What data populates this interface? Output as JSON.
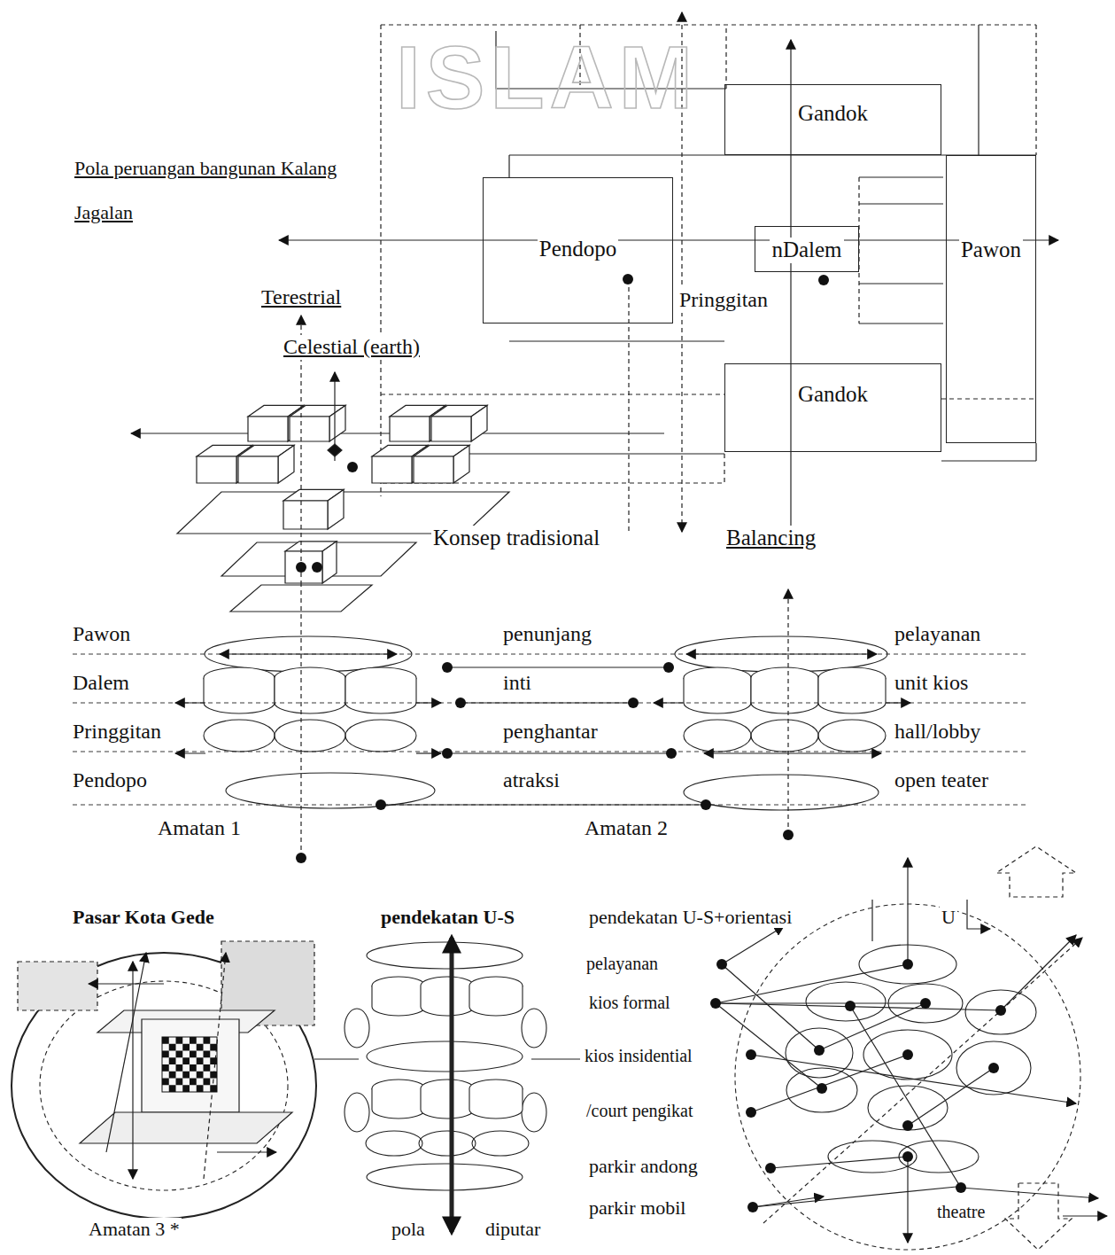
{
  "diagram": {
    "nodes": [
      {
        "text": [
          "Gandok"
        ]
      },
      {
        "text": [
          "Pendopo"
        ]
      },
      {
        "text": [
          "nDalem"
        ]
      },
      {
        "text": [
          "Pawon"
        ]
      },
      {
        "text": [
          "Gandok"
        ]
      }
    ],
    "labels": [
      "ISLAM",
      "Pola peruangan bangunan Kalang Jagalan",
      "Pringgitan",
      "Terestrial",
      "Celestial (earth)",
      "Konsep tradisional",
      "Balancing",
      "Pawon",
      "penunjang",
      "pelayanan",
      "Dalem",
      "inti",
      "unit kios",
      "Pringgitan",
      "penghantar",
      "hall/lobby",
      "Pendopo",
      "atraksi",
      "open teater",
      "Amatan 1",
      "Amatan 2",
      "Pasar Kota Gede",
      "pendekatan U-S",
      "pendekatan U-S+orientasi",
      "U",
      "pelayanan",
      "kios formal",
      "kios insidential",
      "/court pengikat",
      "parkir andong",
      "parkir mobil",
      "theatre",
      "Amatan 3 *",
      "pola",
      "diputar"
    ]
  }
}
